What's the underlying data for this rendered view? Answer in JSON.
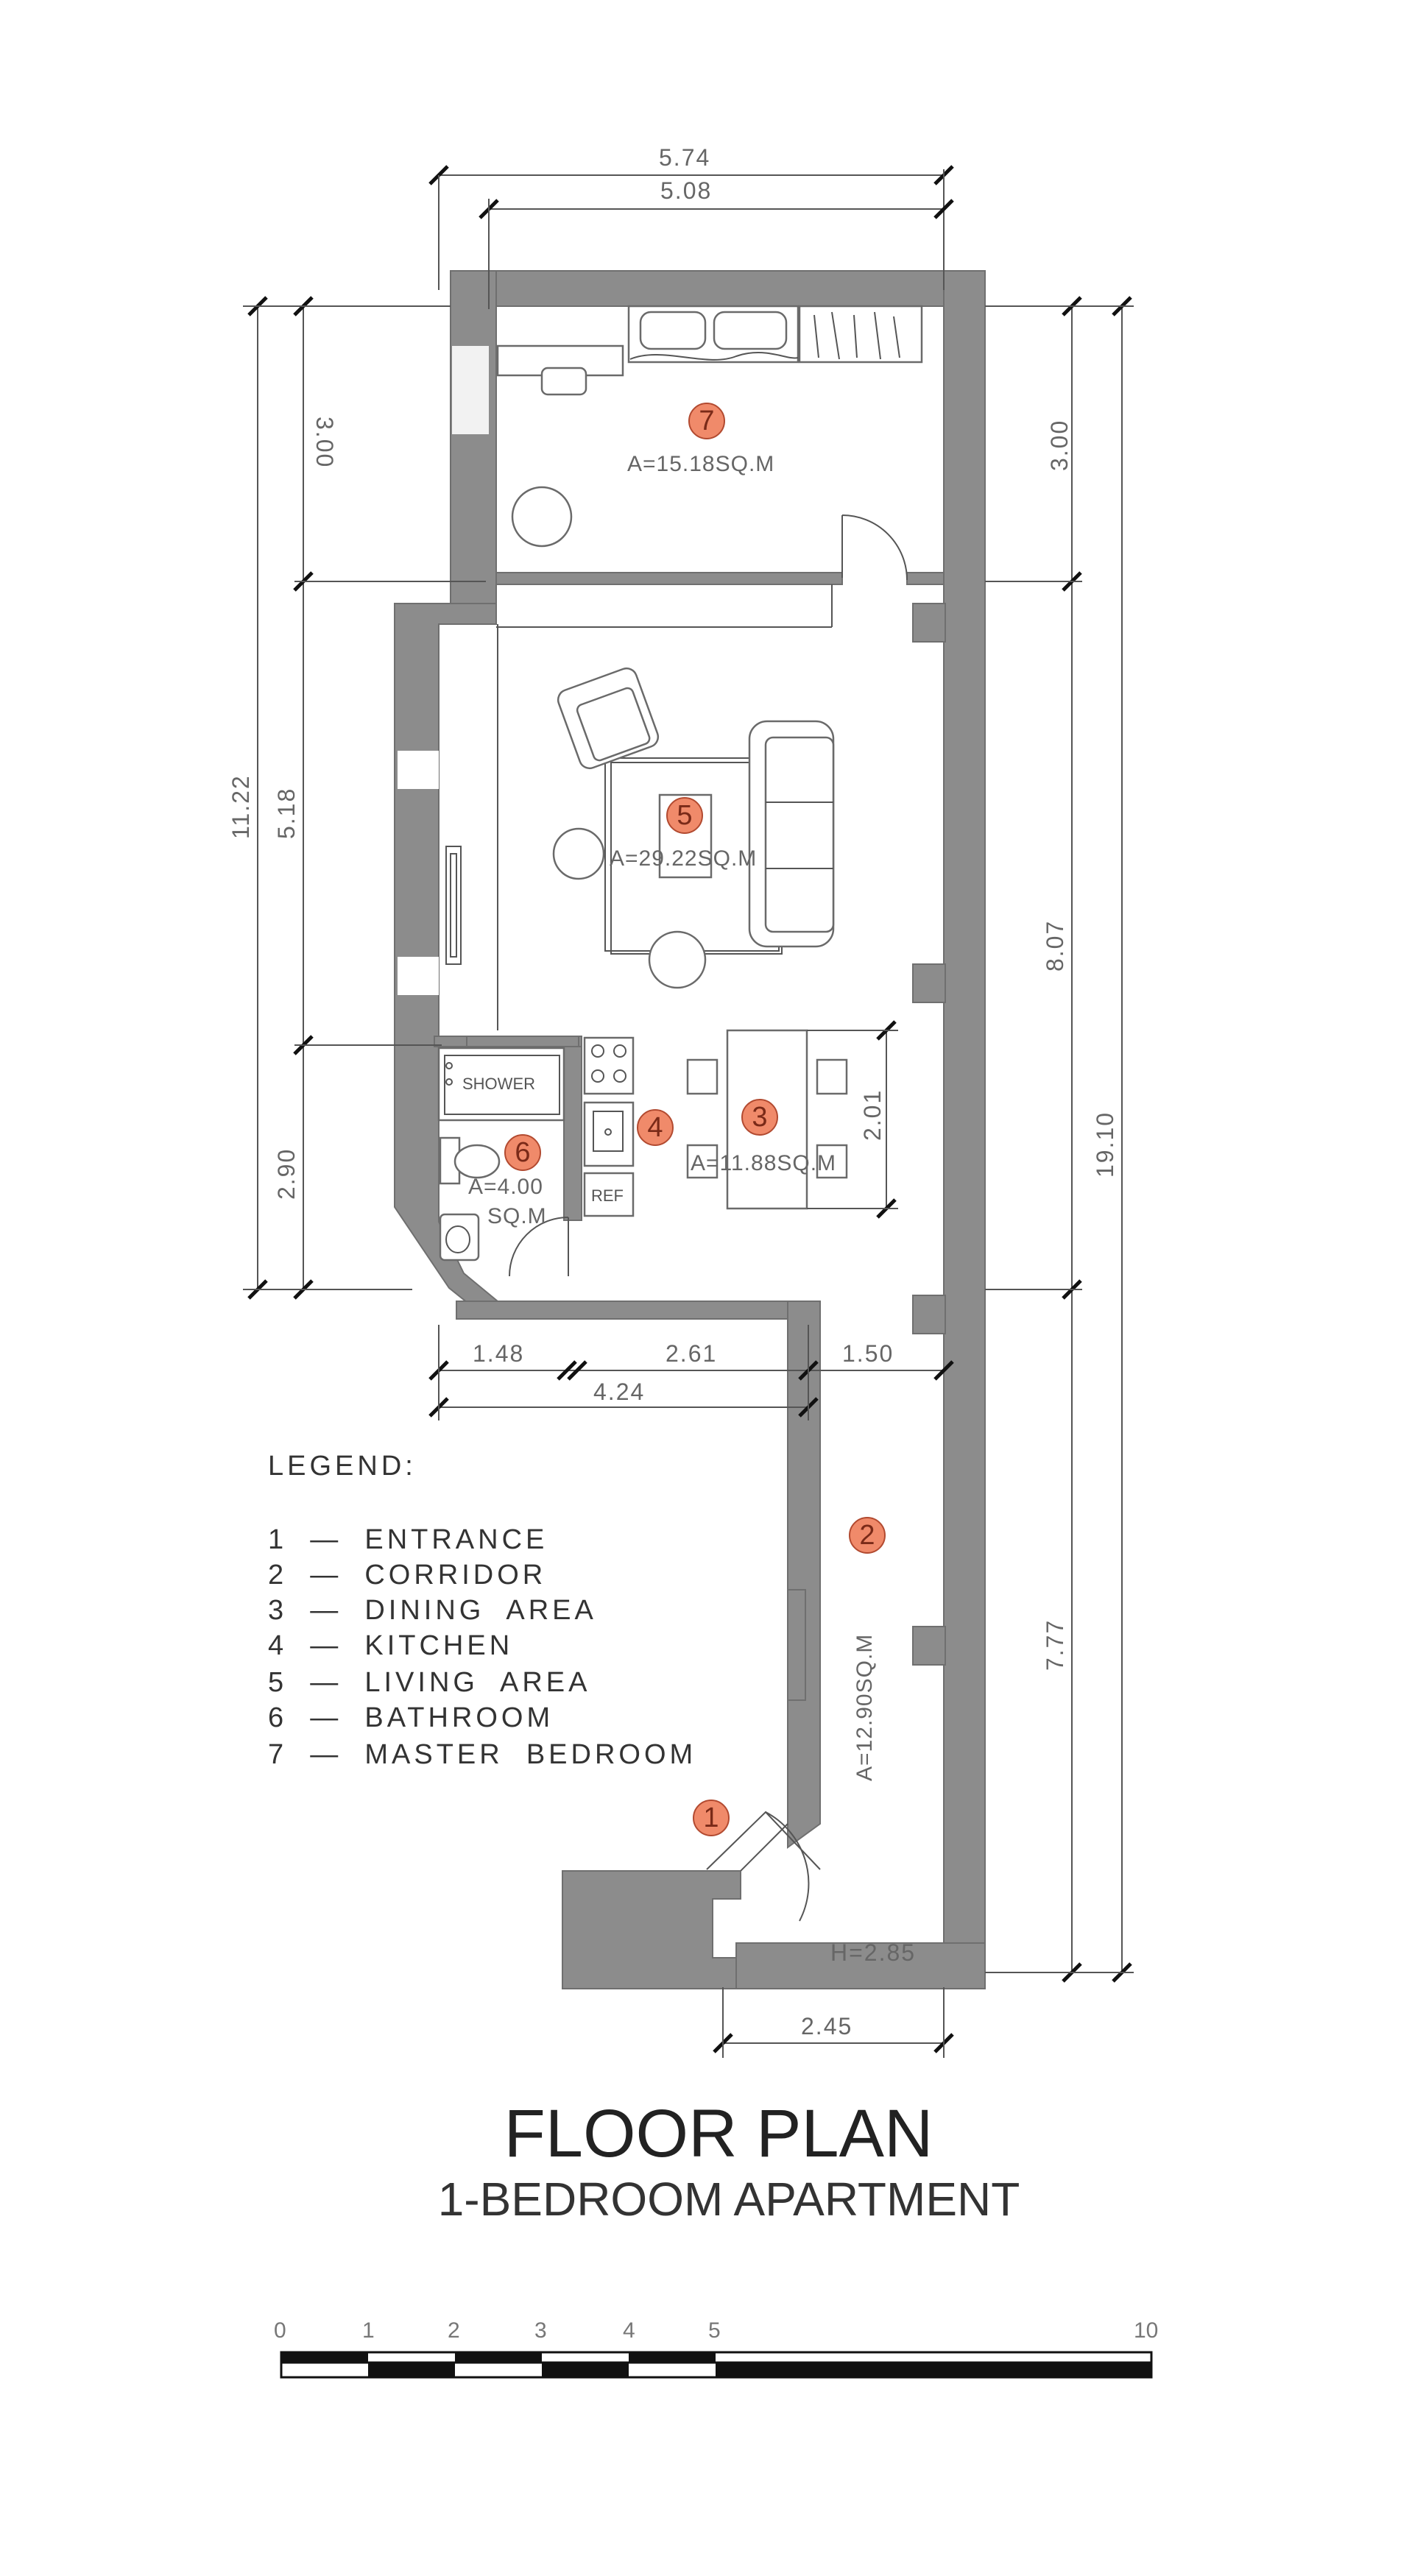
{
  "dimensions": {
    "top_outer": "5.74",
    "top_inner": "5.08",
    "left_bedroom": "3.00",
    "right_bedroom": "3.00",
    "left_total": "11.22",
    "left_living": "5.18",
    "left_bath": "2.90",
    "right_mid": "8.07",
    "right_total": "19.10",
    "right_corridor": "7.77",
    "bottom_bath": "1.48",
    "bottom_kitchen": "2.61",
    "bottom_corridor": "1.50",
    "bottom_total": "4.24",
    "entrance_width": "2.45",
    "dining_table": "2.01",
    "height": "H=2.85"
  },
  "rooms": [
    {
      "number": "1",
      "area": ""
    },
    {
      "number": "2",
      "area": "A=12.90SQ.M"
    },
    {
      "number": "3",
      "area": "A=11.88SQ.M"
    },
    {
      "number": "4",
      "area": ""
    },
    {
      "number": "5",
      "area": "A=29.22SQ.M"
    },
    {
      "number": "6",
      "area_line1": "A=4.00",
      "area_line2": "SQ.M"
    },
    {
      "number": "7",
      "area": "A=15.18SQ.M"
    }
  ],
  "fixtures": {
    "shower": "SHOWER",
    "fridge": "REF"
  },
  "legend": {
    "title": "LEGEND:",
    "items": [
      "1  —  ENTRANCE",
      "2  —  CORRIDOR",
      "3  —  DINING  AREA",
      "4  —  KITCHEN",
      "5  —  LIVING  AREA",
      "6  —  BATHROOM",
      "7  —  MASTER  BEDROOM"
    ]
  },
  "title": "FLOOR PLAN",
  "subtitle": "1-BEDROOM APARTMENT",
  "scale_bar": {
    "labels": [
      "0",
      "1",
      "2",
      "3",
      "4",
      "5",
      "10"
    ]
  },
  "colors": {
    "wall": "#8c8c8c",
    "badge": "#f08a6a"
  }
}
